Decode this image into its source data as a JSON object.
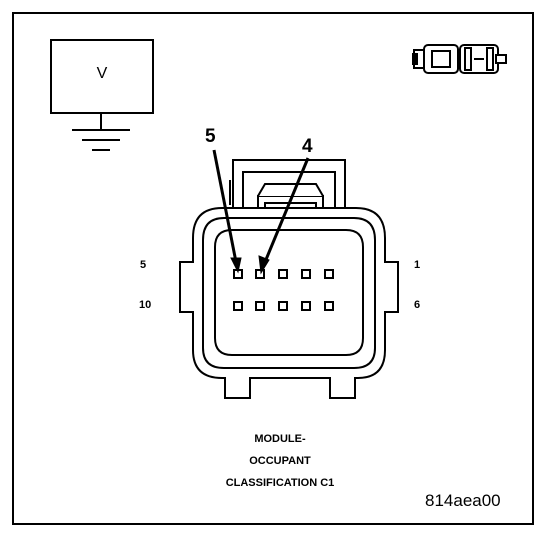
{
  "voltmeter": {
    "label": "V"
  },
  "callouts": {
    "pin_a": "5",
    "pin_b": "4"
  },
  "pin_numbers": {
    "top_left": "5",
    "top_right": "1",
    "bottom_left": "10",
    "bottom_right": "6"
  },
  "caption": {
    "line1": "MODULE-",
    "line2": "OCCUPANT",
    "line3": "CLASSIFICATION C1"
  },
  "figure_id": "814aea00"
}
